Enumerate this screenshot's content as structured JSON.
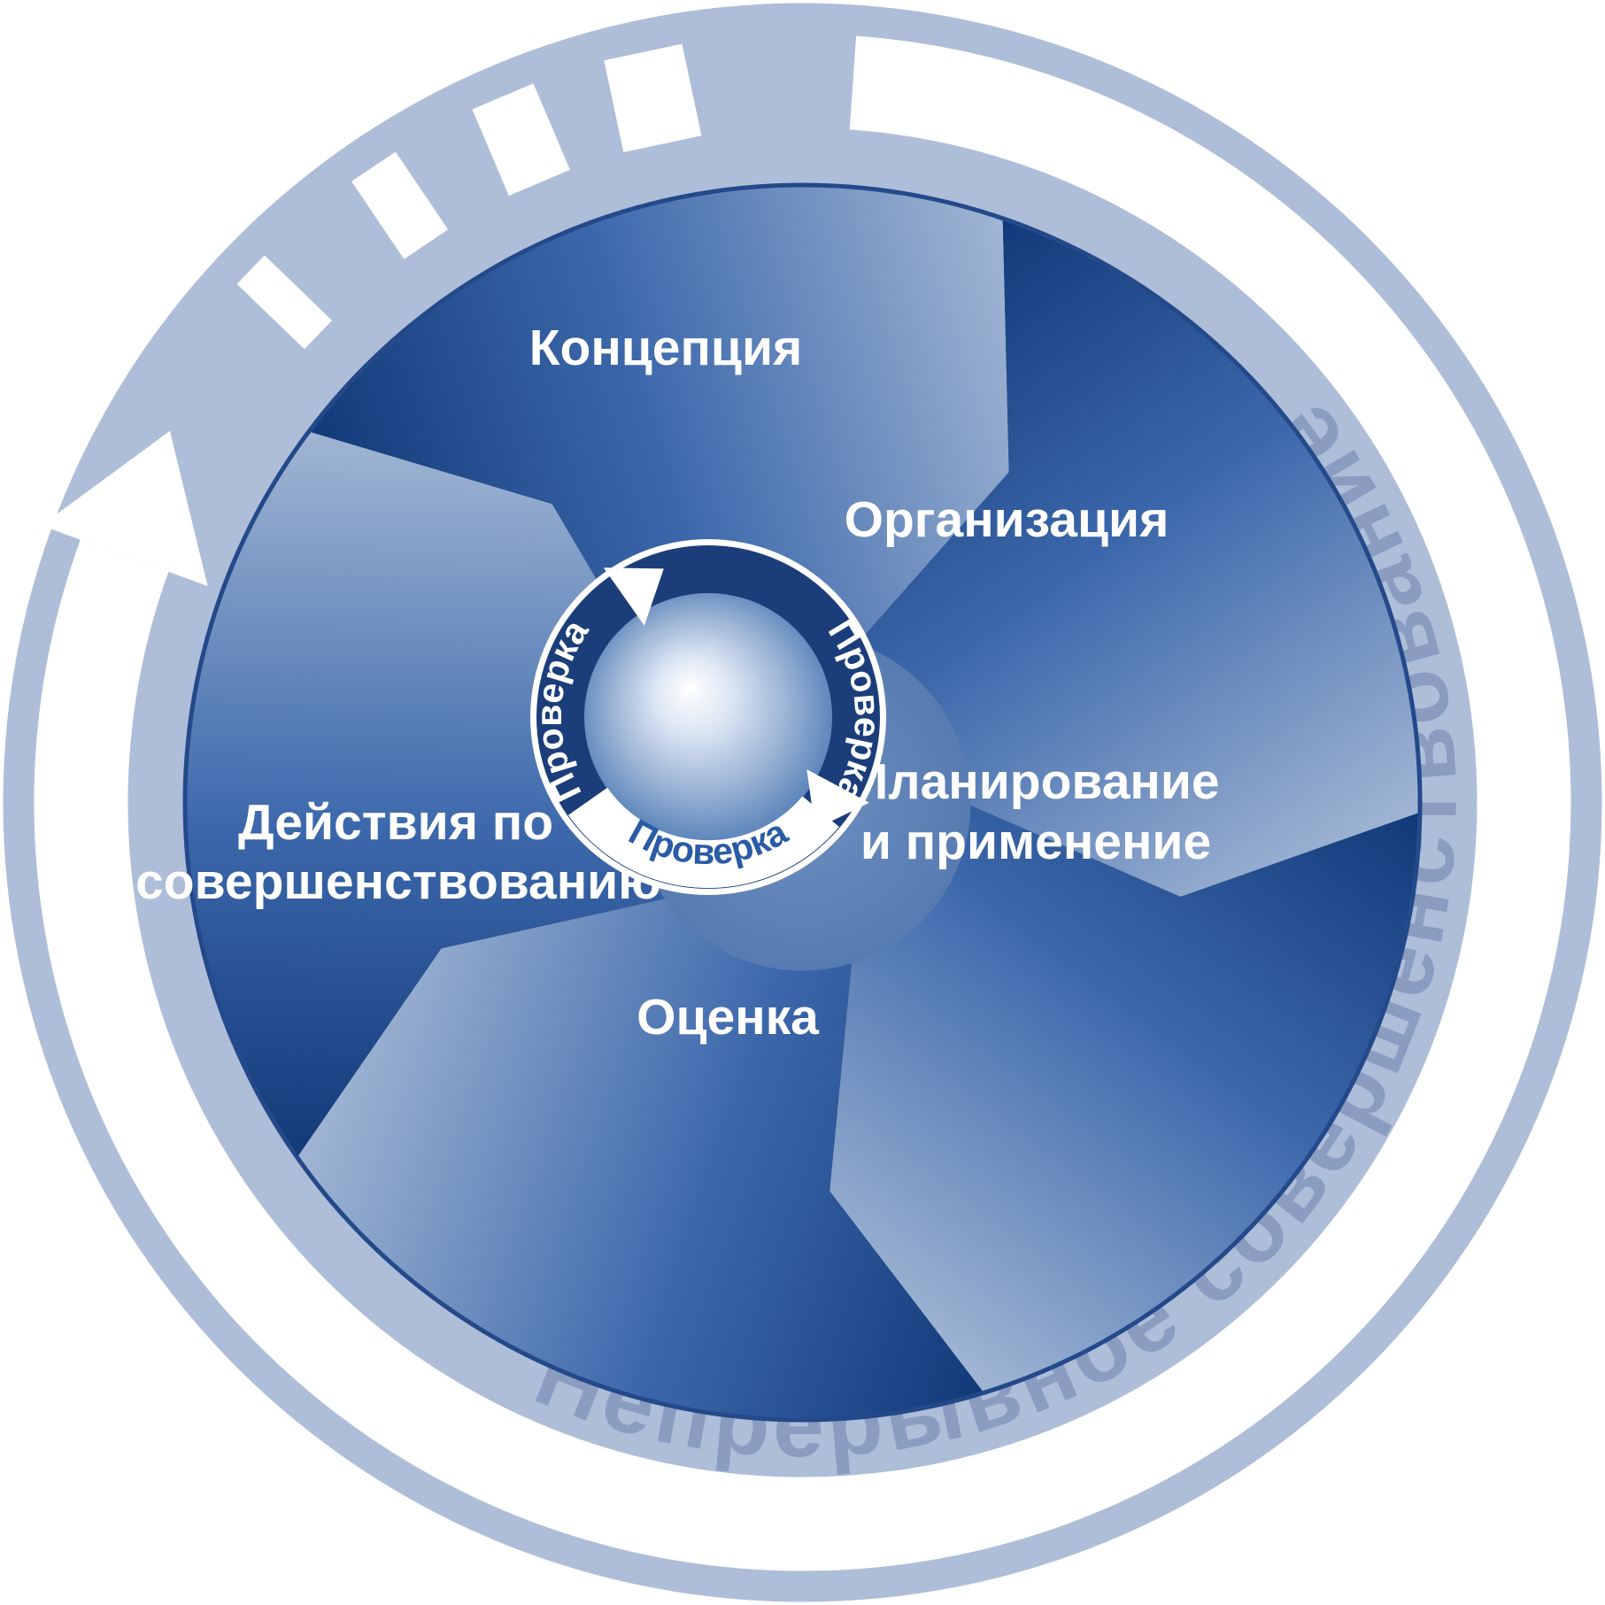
{
  "diagram": {
    "outer_caption": "Непрерывное совершенствование",
    "segments": [
      {
        "id": "concept",
        "lines": [
          "Концепция"
        ]
      },
      {
        "id": "organization",
        "lines": [
          "Организация"
        ]
      },
      {
        "id": "planning",
        "lines": [
          "Планирование",
          "и применение"
        ]
      },
      {
        "id": "evaluation",
        "lines": [
          "Оценка"
        ]
      },
      {
        "id": "improvement-actions",
        "lines": [
          "Действия по",
          "совершенствованию"
        ]
      }
    ],
    "center_ring": {
      "left": "Проверка",
      "bottom": "Проверка",
      "right": "Проверка"
    },
    "colors": {
      "outer_ring": "#aebed9",
      "caption_text": "#8a9cc0",
      "blade_dark": "#143f7e",
      "blade_light": "#a9bad5",
      "ring_navy": "#1b3e7a",
      "check_blue": "#2a5ba6",
      "arrow_white": "#ffffff"
    }
  }
}
